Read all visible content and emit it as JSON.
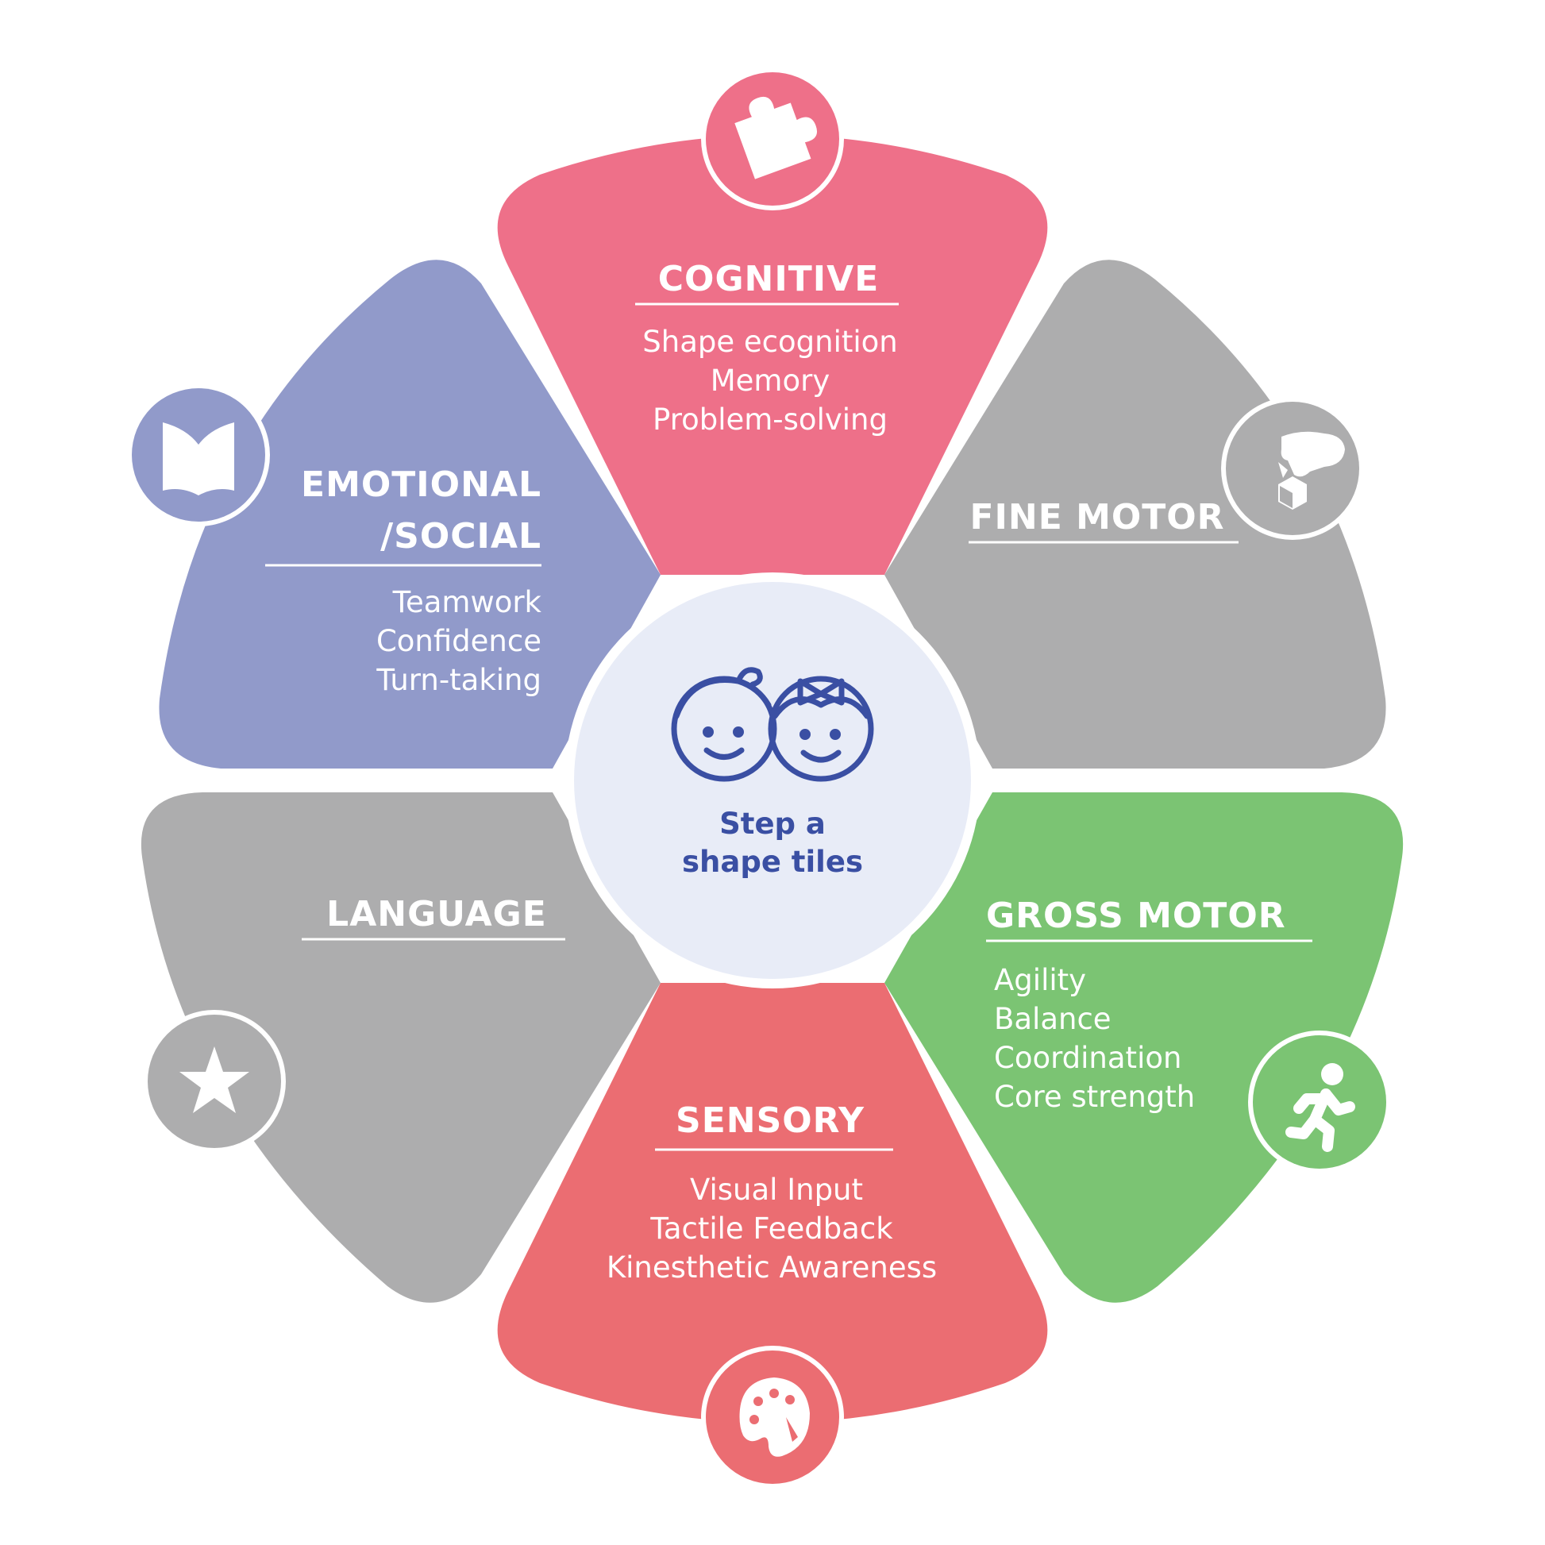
{
  "center": {
    "label_line1": "Step a",
    "label_line2": "shape tiles",
    "icon": "two-children-faces-icon",
    "fill": "#e8ecf7",
    "ink": "#3a4fa3"
  },
  "segments": [
    {
      "key": "cognitive",
      "title_lines": [
        "COGNITIVE"
      ],
      "items": [
        "Shape ecognition",
        "Memory",
        "Problem-solving"
      ],
      "color": "#ee7089",
      "icon": "puzzle-piece-icon"
    },
    {
      "key": "fine-motor",
      "title_lines": [
        "FINE MOTOR"
      ],
      "items": [],
      "color": "#adadae",
      "icon": "hand-picking-block-icon"
    },
    {
      "key": "gross-motor",
      "title_lines": [
        "GROSS MOTOR"
      ],
      "items": [
        "Agility",
        "Balance",
        "Coordination",
        "Core strength"
      ],
      "color": "#7bc473",
      "icon": "running-person-icon"
    },
    {
      "key": "sensory",
      "title_lines": [
        "SENSORY"
      ],
      "items": [
        "Visual Input",
        "Tactile Feedback",
        "Kinesthetic Awareness"
      ],
      "color": "#eb6d72",
      "icon": "palette-icon"
    },
    {
      "key": "language",
      "title_lines": [
        "LANGUAGE"
      ],
      "items": [],
      "color": "#adadae",
      "icon": "star-icon"
    },
    {
      "key": "emotional-social",
      "title_lines": [
        "EMOTIONAL",
        "/SOCIAL"
      ],
      "items": [
        "Teamwork",
        "Confidence",
        "Turn-taking"
      ],
      "color": "#919aca",
      "icon": "open-book-icon"
    }
  ]
}
